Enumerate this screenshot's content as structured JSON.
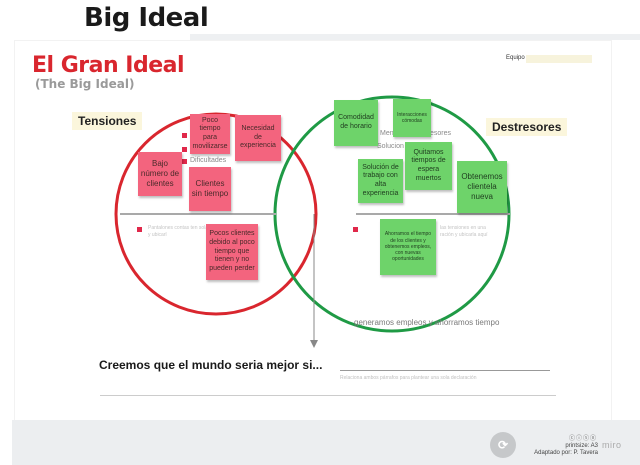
{
  "page_title": "Big Ideal",
  "board": {
    "title": "El Gran Ideal",
    "subtitle": "(The Big Ideal)",
    "team_label": "Equipo",
    "tensiones_label": "Tensiones",
    "destresores_label": "Destresores",
    "tension_bullets": [
      "Dificultades"
    ],
    "destresor_bullets": [
      "Men",
      "esores",
      "Solucion"
    ],
    "left_hint": "Pantalones contas ten\nsola (ración y ubicarl",
    "right_hint": "las tensiones en una\nración y ubicarla aquí",
    "overlap_text": "generamos empleos y ahorramos tiempo",
    "stickies_tensiones": [
      "Poco tiempo para movilizarse",
      "Necesidad de experiencia",
      "Bajo número de clientes",
      "Clientes sin tiempo",
      "Pocos clientes debido al poco tiempo que tienen y no pueden perder"
    ],
    "stickies_destresores": [
      "Comodidad de horario",
      "Interacciones cómodas",
      "Solución de trabajo con alta experiencia",
      "Quitamos tiempos de espera muertos",
      "Obtenemos clientela nueva",
      "Ahorramos el tiempo de los clientes y obtenemos empleos, con nuevas oportunidades"
    ],
    "bottom_question": "Creemos que el mundo seria mejor si...",
    "bottom_hint": "Relaciona ambos párrafos para plantear una sola declaración"
  },
  "footer": {
    "license": "ⓒⓘⓢⓞ",
    "print_size": "printsize: A3",
    "adapted_by": "Adaptado por: P. Tavera",
    "brand": "miro"
  },
  "colors": {
    "tension_red": "#d9262e",
    "destresor_green": "#1f9a45",
    "sticky_pink": "#f3647e",
    "sticky_green": "#6ed36a"
  }
}
